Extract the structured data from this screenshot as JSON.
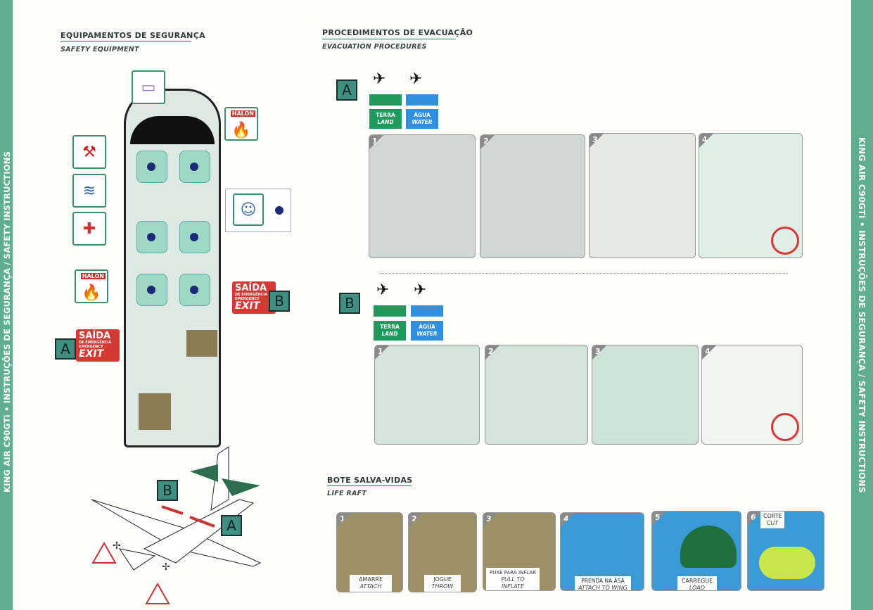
{
  "sidebar_text": "KING AIR C90GTi • INSTRUÇÕES DE SEGURANÇA / SAFETY INSTRUCTIONS",
  "safety_equipment": {
    "title_pt": "EQUIPAMENTOS DE SEGURANÇA",
    "title_en": "SAFETY EQUIPMENT"
  },
  "evacuation": {
    "title_pt": "PROCEDIMENTOS DE EVACUAÇÃO",
    "title_en": "EVACUATION PROCEDURES",
    "land_pt": "TERRA",
    "land_en": "LAND",
    "water_pt": "ÁGUA",
    "water_en": "WATER",
    "section_a": "A",
    "section_b": "B",
    "steps": [
      "1",
      "2",
      "3",
      "4"
    ]
  },
  "exits": {
    "a_letter": "A",
    "b_letter": "B",
    "saida": "SAÍDA",
    "de_emergencia": "DE EMERGÊNCIA",
    "emergency": "EMERGENCY",
    "exit": "EXIT"
  },
  "extinguisher_label": "HALON",
  "life_raft": {
    "title_pt": "BOTE SALVA-VIDAS",
    "title_en": "LIFE RAFT",
    "steps": [
      {
        "n": "1",
        "pt": "AMARRE",
        "en": "ATTACH"
      },
      {
        "n": "2",
        "pt": "JOGUE",
        "en": "THROW"
      },
      {
        "n": "3",
        "pt": "PUXE PARA INFLAR",
        "en": "PULL TO INFLATE"
      },
      {
        "n": "4",
        "pt": "PRENDA NA ASA",
        "en": "ATTACH TO WING"
      },
      {
        "n": "5",
        "pt": "CARREGUE",
        "en": "LOAD"
      },
      {
        "n": "6",
        "pt": "CORTE",
        "en": "CUT"
      }
    ]
  }
}
